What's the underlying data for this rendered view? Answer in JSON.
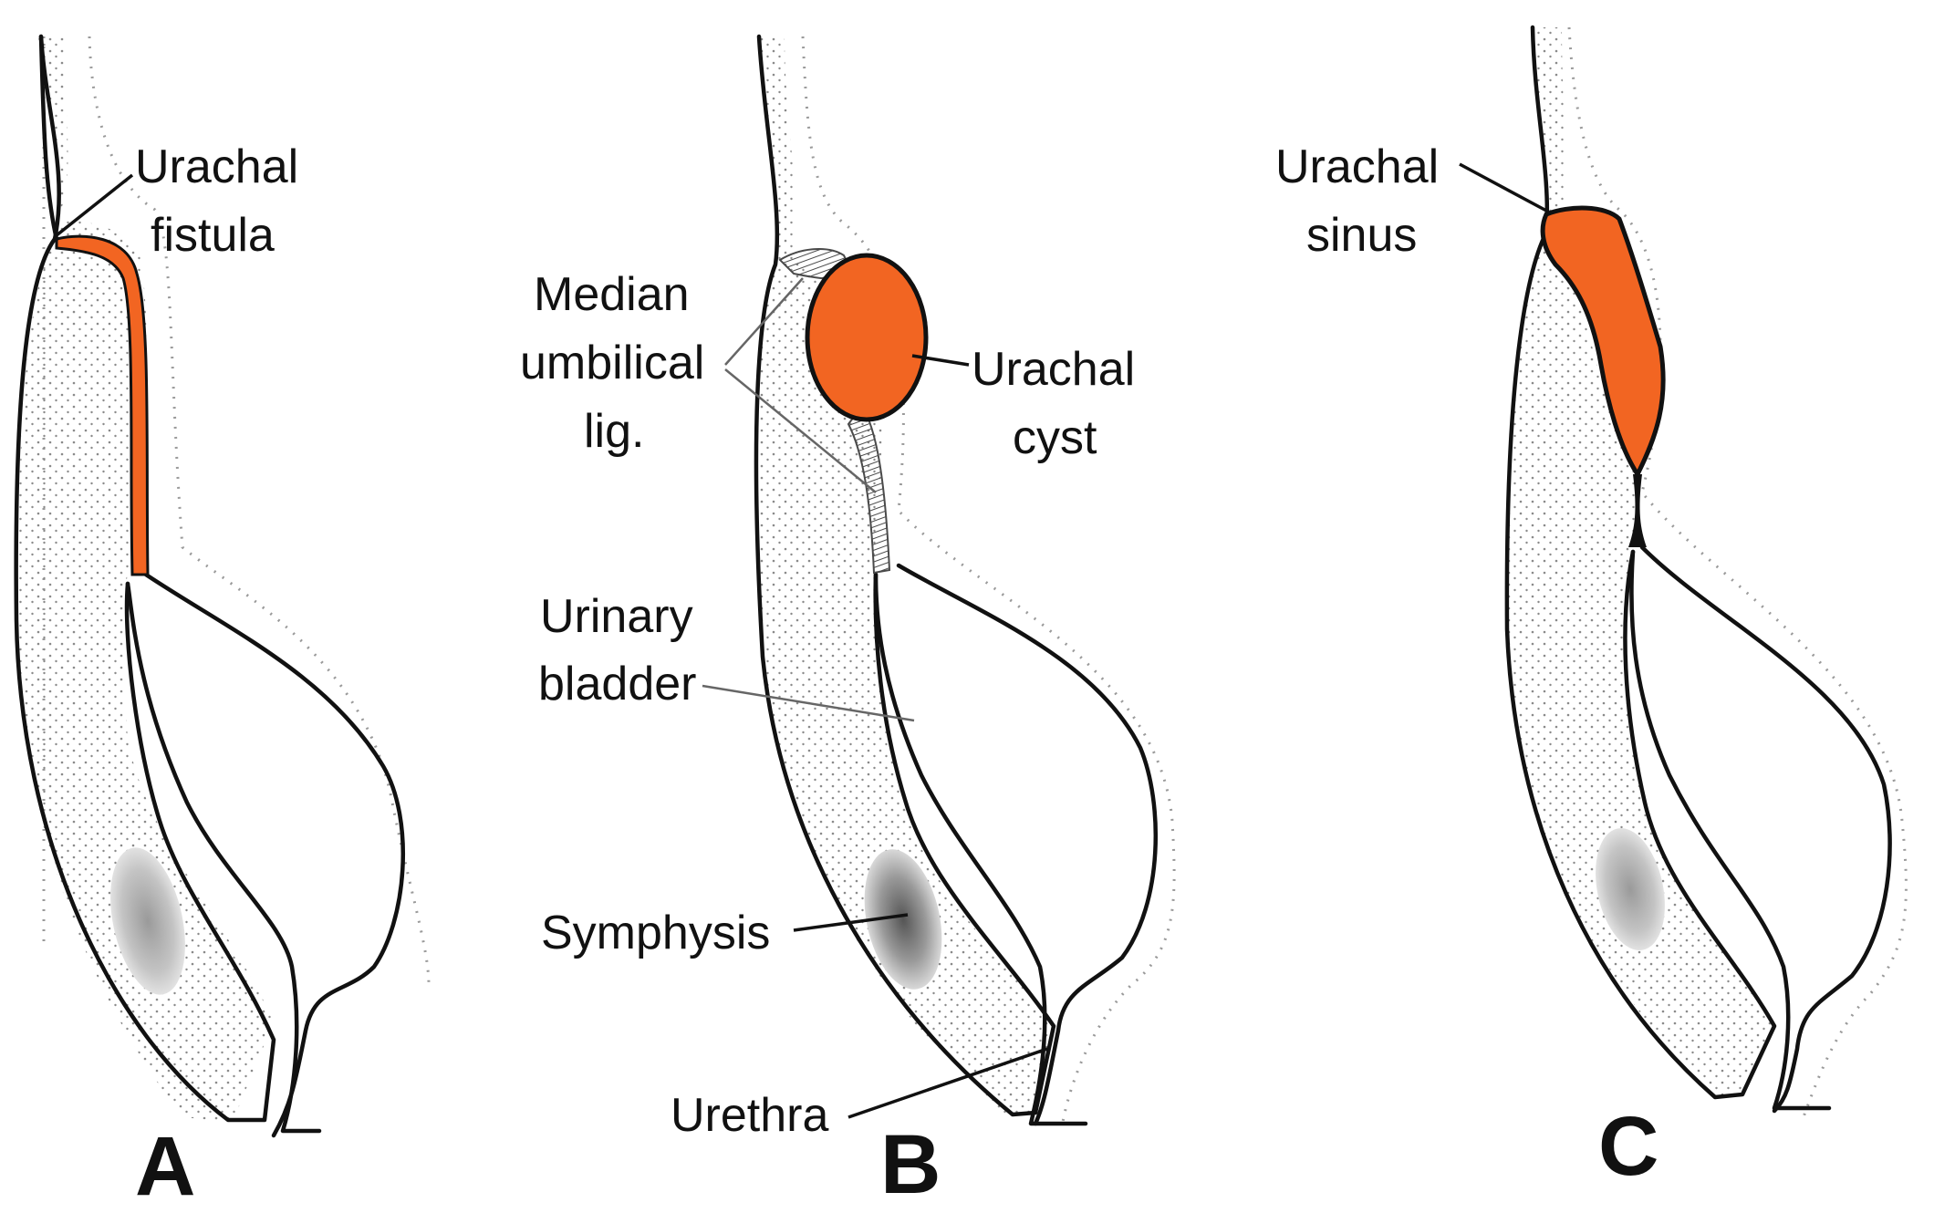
{
  "colors": {
    "urachus": "#f26522",
    "outline": "#111111",
    "stipple": "#8a8a8a",
    "ligament": "#4a4a4a"
  },
  "panels": {
    "a": {
      "letter": "A",
      "label_line1": "Urachal",
      "label_line2": "fistula"
    },
    "b": {
      "letter": "B",
      "median_line1": "Median",
      "median_line2": "umbilical",
      "median_line3": "lig.",
      "cyst_line1": "Urachal",
      "cyst_line2": "cyst",
      "bladder_line1": "Urinary",
      "bladder_line2": "bladder",
      "symphysis": "Symphysis",
      "urethra": "Urethra"
    },
    "c": {
      "letter": "C",
      "label_line1": "Urachal",
      "label_line2": "sinus"
    }
  }
}
